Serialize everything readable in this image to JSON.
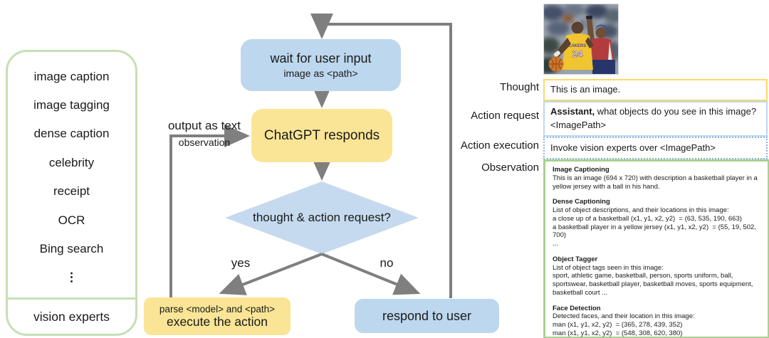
{
  "left_panel": {
    "items": [
      "image caption",
      "image tagging",
      "dense caption",
      "celebrity",
      "receipt",
      "OCR",
      "Bing search",
      "⋮"
    ],
    "footer": "vision experts"
  },
  "flowchart": {
    "wait_box": {
      "title": "wait for user input",
      "subtitle": "image as <path>"
    },
    "chatgpt_box": {
      "label": "ChatGPT responds"
    },
    "decision": {
      "label": "thought & action request?"
    },
    "yes_label": "yes",
    "no_label": "no",
    "feedback": {
      "top_label": "output as text",
      "bottom_label": "observation"
    },
    "execute_box": {
      "subtitle": "parse <model> and <path>",
      "title": "execute the action"
    },
    "respond_box": {
      "label": "respond to user"
    }
  },
  "example": {
    "photo_alt": "basketball player in yellow jersey number 24 dribbling past defender",
    "thought": {
      "label": "Thought",
      "text": "This is an image."
    },
    "action_request": {
      "label": "Action request",
      "bold": "Assistant,",
      "text": " what objects do you see in this image? <ImagePath>"
    },
    "action_execution": {
      "label": "Action execution",
      "text": "Invoke vision experts over <ImagePath>"
    },
    "observation": {
      "label": "Observation",
      "sections": [
        {
          "heading": "Image Captioning",
          "lines": [
            "This is an image (694 x 720) with description a basketball player in a",
            "yellow jersey with a ball in his hand."
          ]
        },
        {
          "heading": "Dense Captioning",
          "lines": [
            "List of object descriptions, and their locations in this image:",
            "a close up of a basketball (x1, y1, x2, y2)  = (63, 535, 190, 663)",
            "a basketball player in a yellow jersey (x1, y1, x2, y2)  = (55, 19, 502, 700)",
            "..."
          ]
        },
        {
          "heading": "Object Tagger",
          "lines": [
            "List of object tags seen in this image:",
            "sport, athletic game, basketball, person, sports uniform, ball,",
            "sportswear, basketball player, basketball moves, sports equipment,",
            "basketball court ..."
          ]
        },
        {
          "heading": "Face Detection",
          "lines": [
            "Detected faces, and their location in this image:",
            "man (x1, y1, x2, y2)  = (365, 278, 439, 352)",
            "man (x1, y1, x2, y2)  = (548, 308, 620, 380)"
          ]
        }
      ]
    }
  },
  "colors": {
    "blue_node_fill": "#bdd7ee",
    "yellow_node_fill": "#fae596",
    "diamond_fill": "#c5daee",
    "green_border": "#c5e0b4",
    "observation_border": "#a9d18e",
    "thought_border": "#ffd966",
    "request_border": "#bdd7ee",
    "arrow_gray": "#7f7f7f"
  }
}
